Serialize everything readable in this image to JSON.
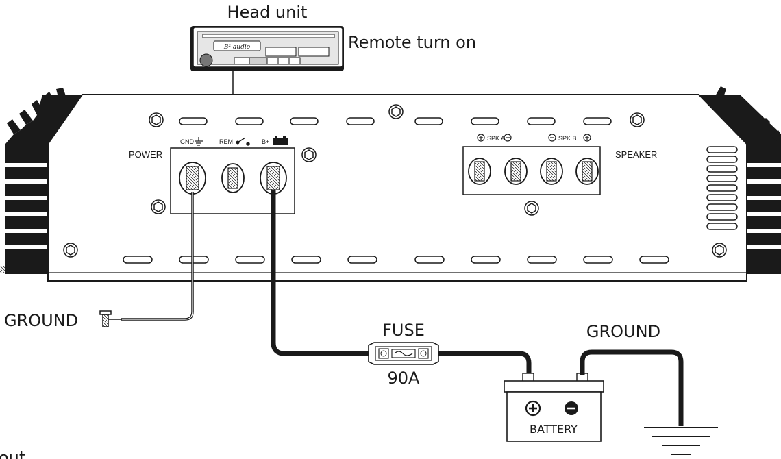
{
  "labels": {
    "head_unit": "Head unit",
    "remote_turn_on": "Remote turn on",
    "power": "POWER",
    "gnd": "GND",
    "rem": "REM",
    "b_plus": "B+",
    "spk_a": "SPK A",
    "spk_b": "SPK B",
    "speaker": "SPEAKER",
    "ground_left": "GROUND",
    "fuse": "FUSE",
    "fuse_rating": "90A",
    "ground_right": "GROUND",
    "battery": "BATTERY",
    "brand": "B² audio",
    "cut_off_text": "out"
  },
  "colors": {
    "line": "#1a1a1a",
    "panel_fill": "#ffffff",
    "head_unit_fill": "#e6e6e6",
    "cable": "#1a1a1a"
  }
}
